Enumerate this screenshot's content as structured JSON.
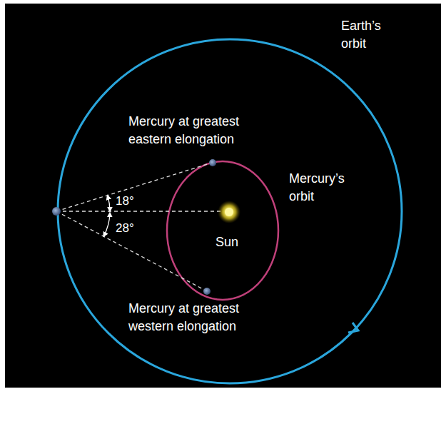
{
  "diagram": {
    "labels": [
      "Earth’s orbit",
      "Mercury at greatest eastern elongation",
      "Mercury’s orbit",
      "18°",
      "28°",
      "Sun",
      "Mercury at greatest western elongation"
    ]
  }
}
